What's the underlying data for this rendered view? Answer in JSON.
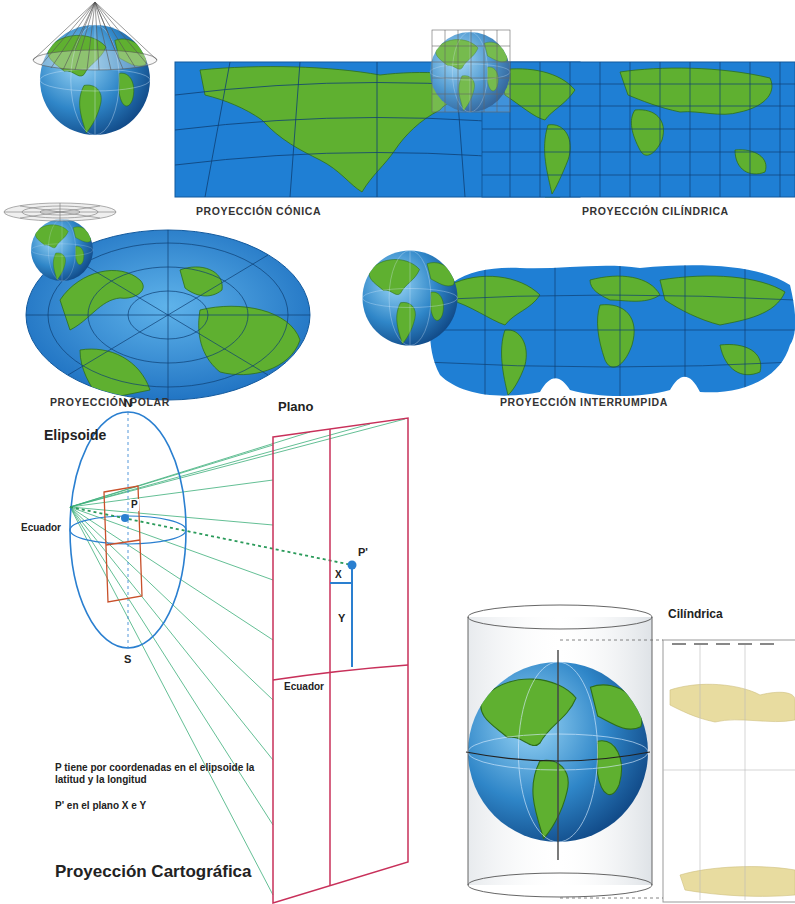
{
  "diagram": {
    "labels": [
      "PROYECCIÓN CÓNICA",
      "PROYECCIÓN CILÍNDRICA",
      "PROYECCIÓN POLAR",
      "PROYECCIÓN INTERRUMPIDA",
      "Plano",
      "N",
      "Elipsoide",
      "Ecuador",
      "P",
      "P'",
      "X",
      "Y",
      "Ecuador",
      "S",
      "P tiene por coordenadas en el elipsoide la latitud y la longitud",
      "P' en el plano X e Y",
      "Proyección Cartográfica",
      "Cilíndrica"
    ]
  }
}
